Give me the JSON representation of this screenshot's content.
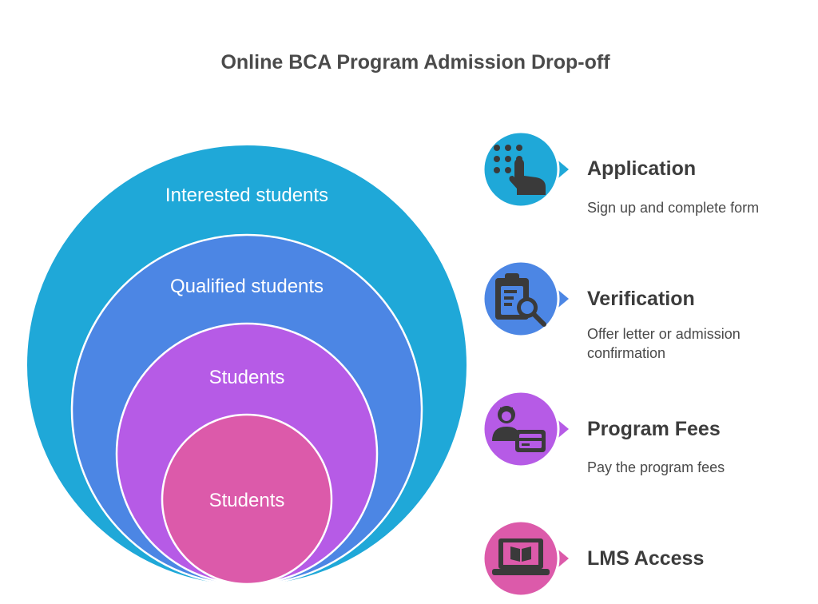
{
  "title": "Online BCA Program Admission Drop-off",
  "rings": [
    {
      "label": "Interested students",
      "color": "#1fa8d8"
    },
    {
      "label": "Qualified students",
      "color": "#4c86e4"
    },
    {
      "label": "Students",
      "color": "#b65be6"
    },
    {
      "label": "Students",
      "color": "#dc5aaa"
    }
  ],
  "stages": [
    {
      "title": "Application",
      "description": "Sign up and complete form",
      "icon": "touch-keypad-icon",
      "color": "#1fa8d8"
    },
    {
      "title": "Verification",
      "description": "Offer letter or admission confirmation",
      "icon": "clipboard-search-icon",
      "color": "#4c86e4"
    },
    {
      "title": "Program Fees",
      "description": "Pay the program fees",
      "icon": "person-card-icon",
      "color": "#b65be6"
    },
    {
      "title": "LMS Access",
      "description": "",
      "icon": "laptop-book-icon",
      "color": "#dc5aaa"
    }
  ]
}
